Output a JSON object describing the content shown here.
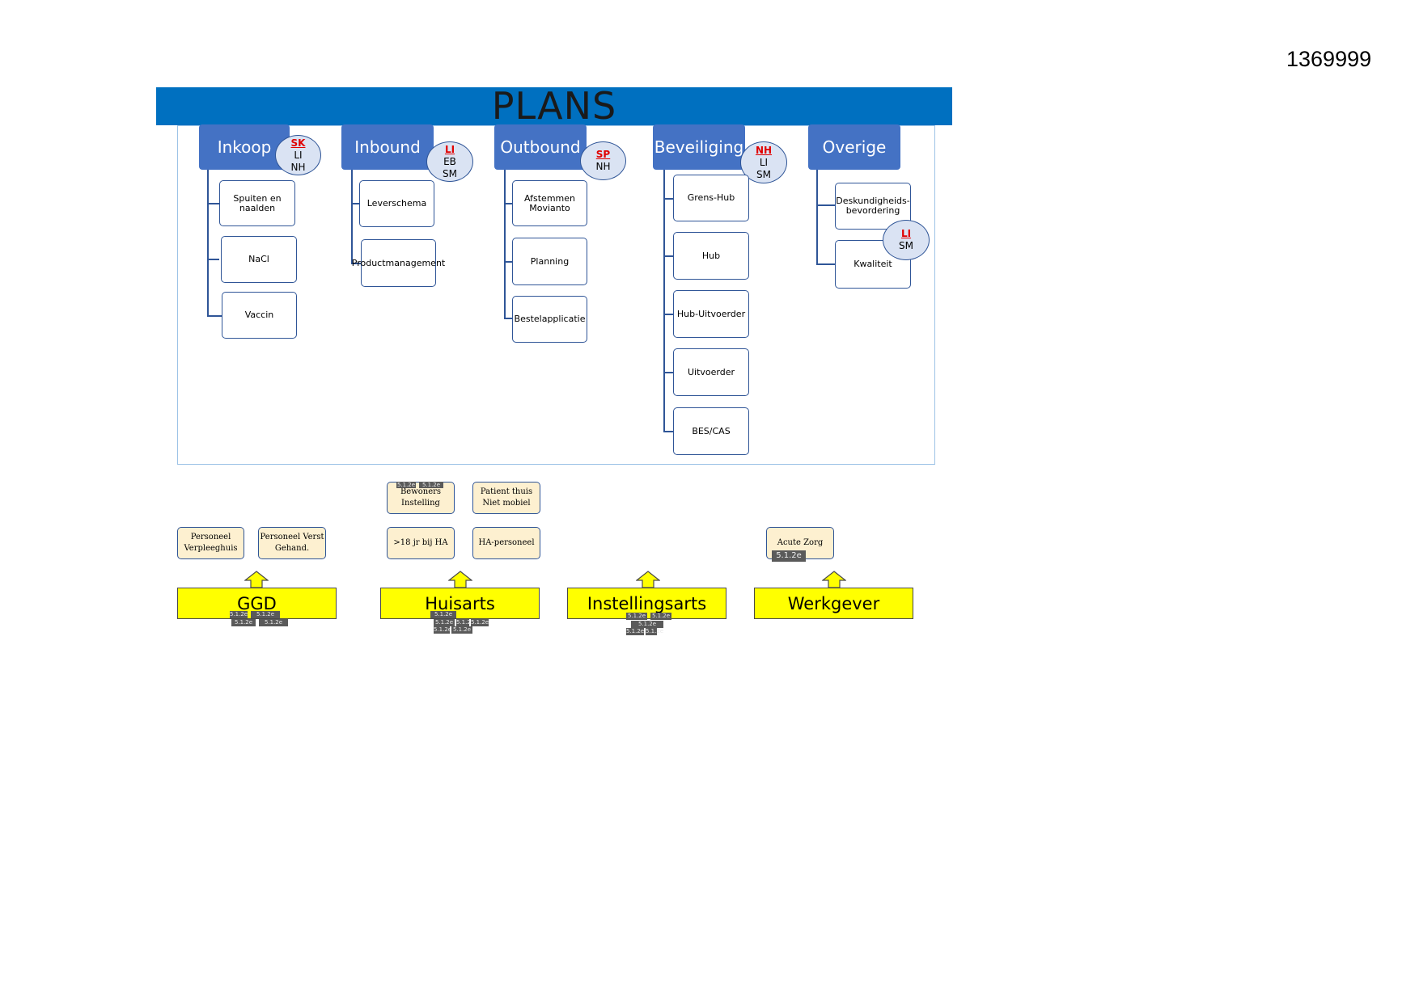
{
  "page_id": "1369999",
  "title": "PLANS",
  "departments": [
    {
      "name": "Inkoop",
      "badge": {
        "lead": "SK",
        "others": [
          "LI",
          "NH"
        ]
      },
      "items": [
        "Spuiten en naalden",
        "NaCl",
        "Vaccin"
      ]
    },
    {
      "name": "Inbound",
      "badge": {
        "lead": "LI",
        "others": [
          "EB",
          "SM"
        ]
      },
      "items": [
        "Leverschema",
        "Productmanagement"
      ]
    },
    {
      "name": "Outbound",
      "badge": {
        "lead": "SP",
        "others": [
          "NH"
        ]
      },
      "items": [
        "Afstemmen Movianto",
        "Planning",
        "Bestelapplicatie"
      ]
    },
    {
      "name": "Beveiliging",
      "badge": {
        "lead": "NH",
        "others": [
          "LI",
          "SM"
        ]
      },
      "items": [
        "Grens-Hub",
        "Hub",
        "Hub-Uitvoerder",
        "Uitvoerder",
        "BES/CAS"
      ]
    },
    {
      "name": "Overige",
      "badge": {
        "lead": "LI",
        "others": [
          "SM"
        ]
      },
      "items": [
        "Deskundigheids-bevordering",
        "Kwaliteit"
      ]
    }
  ],
  "target_groups": {
    "ggd": {
      "label": "GGD",
      "boxes": [
        "Personeel Verpleeghuis",
        "Personeel Verst Gehand."
      ]
    },
    "huisarts": {
      "label": "Huisarts",
      "boxes": [
        "Bewoners Instelling",
        "Patient thuis Niet mobiel",
        ">18 jr bij HA",
        "HA-personeel"
      ]
    },
    "instellingsarts": {
      "label": "Instellingsarts",
      "boxes": []
    },
    "werkgever": {
      "label": "Werkgever",
      "boxes": [
        "Acute Zorg"
      ]
    }
  },
  "redaction_code": "5.1.2e"
}
